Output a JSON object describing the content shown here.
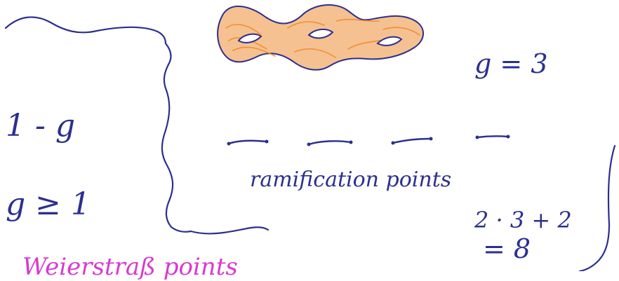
{
  "notes": {
    "left_expr_1": "1 - g",
    "left_expr_2": "g ≥ 1",
    "genus_label": "g = 3",
    "ramification_label": "ramification points",
    "calc_line_1": "2 · 3 + 2",
    "calc_line_2": "= 8",
    "bottom_partial": "Weierstraß points"
  },
  "colors": {
    "ink": "#2c2f8f",
    "surface_fill": "#f3a25a",
    "bottom_ink": "#d73ad0"
  },
  "surface": {
    "genus": 3,
    "holes": 3
  },
  "segments_count": 4
}
